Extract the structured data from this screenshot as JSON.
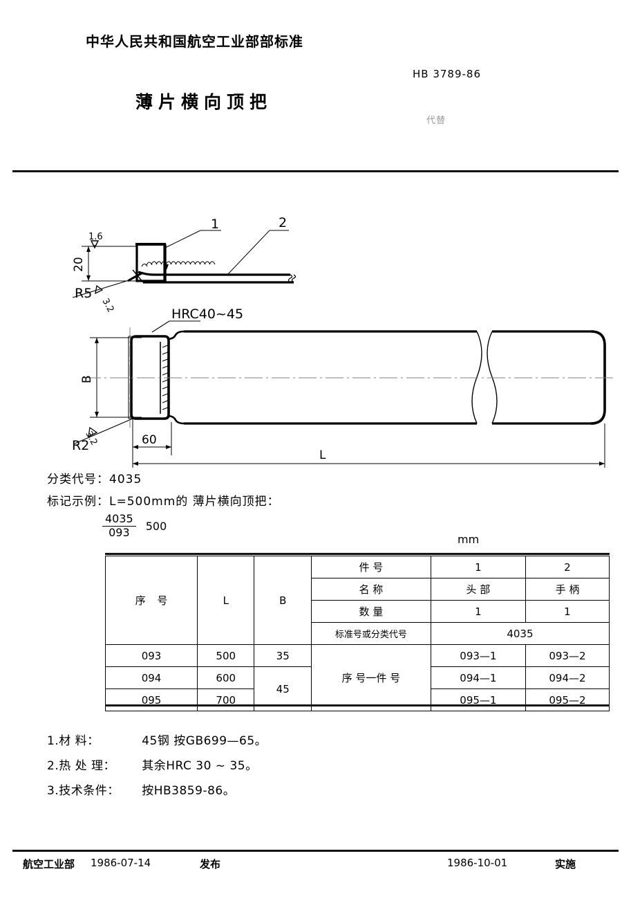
{
  "header": {
    "organization": "中华人民共和国航空工业部部标准",
    "title": "薄片横向顶把",
    "standard_number": "HB 3789-86",
    "replaces_label": "代替"
  },
  "drawing": {
    "view1": {
      "part_label_1": "1",
      "part_label_2": "2",
      "dim_height": "20",
      "radius": "R5",
      "finish_top": "1.6",
      "finish_bottom": "3.2"
    },
    "view2": {
      "hardness_note": "HRC40~45",
      "dim_width": "B",
      "dim_head_length": "60",
      "dim_total_length": "L",
      "radius": "R2",
      "finish": "3.2"
    }
  },
  "spec": {
    "class_code_label": "分类代号：",
    "class_code_value": "4035",
    "marking_label": "标记示例：",
    "marking_desc": "L=500mm的 薄片横向顶把：",
    "marking_numerator": "4035",
    "marking_denominator": "093",
    "marking_length": "500",
    "unit": "mm"
  },
  "table": {
    "col_seq": "序 号",
    "col_L": "L",
    "col_B": "B",
    "row_part_no_label": "件            号",
    "row_name_label": "名            称",
    "row_qty_label": "数            量",
    "row_stdcode_label": "标准号或分类代号",
    "row_seqpart_label": "序 号一件 号",
    "part_numbers": [
      "1",
      "2"
    ],
    "part_names": [
      "头      部",
      "手      柄"
    ],
    "quantities": [
      "1",
      "1"
    ],
    "std_code": "4035",
    "rows": [
      {
        "seq": "093",
        "L": "500",
        "B": "35",
        "part1": "093—1",
        "part2": "093—2"
      },
      {
        "seq": "094",
        "L": "600",
        "B": "45",
        "part1": "094—1",
        "part2": "094—2"
      },
      {
        "seq": "095",
        "L": "700",
        "B": "",
        "part1": "095—1",
        "part2": "095—2"
      }
    ]
  },
  "notes": [
    {
      "num": "1.",
      "label": "材      料：",
      "value": "45钢  按GB699—65。"
    },
    {
      "num": "2.",
      "label": "热 处 理：",
      "value": "其余HRC 30 ~ 35。"
    },
    {
      "num": "3.",
      "label": "技术条件：",
      "value": "按HB3859-86。"
    }
  ],
  "footer": {
    "issuer": "航空工业部",
    "issue_date": "1986-07-14",
    "issue_word": "发布",
    "effective_date": "1986-10-01",
    "effective_word": "实施"
  }
}
